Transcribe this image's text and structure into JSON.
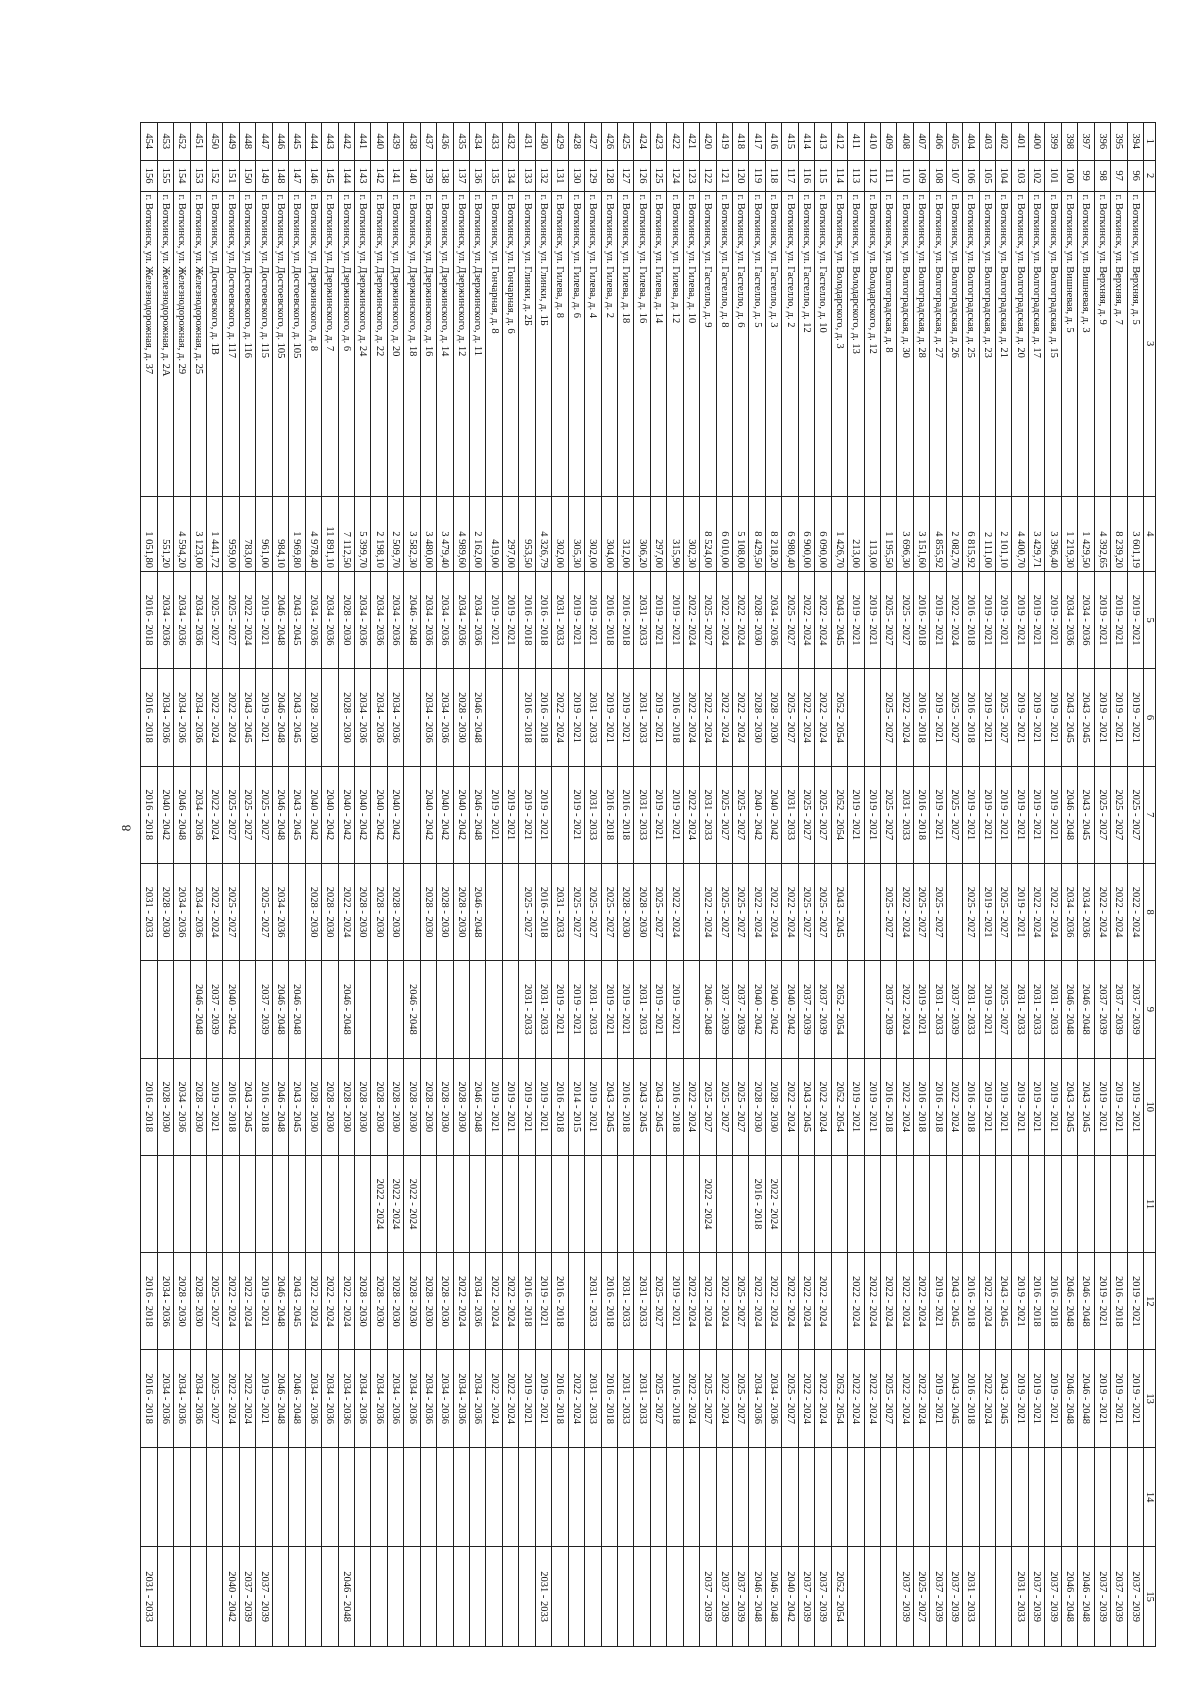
{
  "page_number": "8",
  "column_headers": [
    "1",
    "2",
    "3",
    "4",
    "5",
    "6",
    "7",
    "8",
    "9",
    "10",
    "11",
    "12",
    "13",
    "14",
    "15"
  ],
  "rows": [
    [
      "394",
      "96",
      "г. Воткинск, ул. Верхняя, д. 5",
      "3 601,19",
      "2019 - 2021",
      "2019 - 2021",
      "2025 - 2027",
      "2022 - 2024",
      "2037 - 2039",
      "2019 - 2021",
      "",
      "2019 - 2021",
      "2019 - 2021",
      "",
      "2037 - 2039"
    ],
    [
      "395",
      "97",
      "г. Воткинск, ул. Верхняя, д. 7",
      "8 239,20",
      "2019 - 2021",
      "2019 - 2021",
      "2025 - 2027",
      "2022 - 2024",
      "2037 - 2039",
      "2019 - 2021",
      "",
      "2016 - 2018",
      "2019 - 2021",
      "",
      "2037 - 2039"
    ],
    [
      "396",
      "98",
      "г. Воткинск, ул. Верхняя, д. 9",
      "4 392,65",
      "2019 - 2021",
      "2019 - 2021",
      "2025 - 2027",
      "2022 - 2024",
      "2037 - 2039",
      "2019 - 2021",
      "",
      "2019 - 2021",
      "2019 - 2021",
      "",
      "2037 - 2039"
    ],
    [
      "397",
      "99",
      "г. Воткинск, ул. Вишневая, д. 3",
      "1 429,50",
      "2034 - 2036",
      "2043 - 2045",
      "2043 - 2045",
      "2034 - 2036",
      "2046 - 2048",
      "2043 - 2045",
      "",
      "2046 - 2048",
      "2046 - 2048",
      "",
      "2046 - 2048"
    ],
    [
      "398",
      "100",
      "г. Воткинск, ул. Вишневая, д. 5",
      "1 219,30",
      "2034 - 2036",
      "2043 - 2045",
      "2046 - 2048",
      "2034 - 2036",
      "2046 - 2048",
      "2043 - 2045",
      "",
      "2046 - 2048",
      "2046 - 2048",
      "",
      "2046 - 2048"
    ],
    [
      "399",
      "101",
      "г. Воткинск, ул. Волгоградская, д. 15",
      "3 396,40",
      "2019 - 2021",
      "2019 - 2021",
      "2019 - 2021",
      "2022 - 2024",
      "2031 - 2033",
      "2019 - 2021",
      "",
      "2016 - 2018",
      "2019 - 2021",
      "",
      "2037 - 2039"
    ],
    [
      "400",
      "102",
      "г. Воткинск, ул. Волгоградская, д. 17",
      "3 429,71",
      "2019 - 2021",
      "2019 - 2021",
      "2019 - 2021",
      "2022 - 2024",
      "2031 - 2033",
      "2019 - 2021",
      "",
      "2016 - 2018",
      "2019 - 2021",
      "",
      "2037 - 2039"
    ],
    [
      "401",
      "103",
      "г. Воткинск, ул. Волгоградская, д. 20",
      "4 400,70",
      "2019 - 2021",
      "2019 - 2021",
      "2019 - 2021",
      "2019 - 2021",
      "2031 - 2033",
      "2019 - 2021",
      "",
      "2019 - 2021",
      "2019 - 2021",
      "",
      "2031 - 2033"
    ],
    [
      "402",
      "104",
      "г. Воткинск, ул. Волгоградская, д. 21",
      "2 101,10",
      "2019 - 2021",
      "2025 - 2027",
      "2019 - 2021",
      "2025 - 2027",
      "2025 - 2027",
      "2019 - 2021",
      "",
      "2043 - 2045",
      "2043 - 2045",
      "",
      ""
    ],
    [
      "403",
      "105",
      "г. Воткинск, ул. Волгоградская, д. 23",
      "2 111,00",
      "2019 - 2021",
      "2019 - 2021",
      "2019 - 2021",
      "2019 - 2021",
      "2019 - 2021",
      "2019 - 2021",
      "",
      "2022 - 2024",
      "2022 - 2024",
      "",
      ""
    ],
    [
      "404",
      "106",
      "г. Воткинск, ул. Волгоградская, д. 25",
      "6 815,92",
      "2016 - 2018",
      "2016 - 2018",
      "2019 - 2021",
      "2025 - 2027",
      "2031 - 2033",
      "2016 - 2018",
      "",
      "2016 - 2018",
      "2016 - 2018",
      "",
      "2031 - 2033"
    ],
    [
      "405",
      "107",
      "г. Воткинск, ул. Волгоградская, д. 26",
      "2 082,70",
      "2022 - 2024",
      "2025 - 2027",
      "2025 - 2027",
      "",
      "2037 - 2039",
      "2022 - 2024",
      "",
      "2043 - 2045",
      "2043 - 2045",
      "",
      "2037 - 2039"
    ],
    [
      "406",
      "108",
      "г. Воткинск, ул. Волгоградская, д. 27",
      "4 855,92",
      "2019 - 2021",
      "2019 - 2021",
      "2019 - 2021",
      "2025 - 2027",
      "2031 - 2033",
      "2016 - 2018",
      "",
      "2019 - 2021",
      "2019 - 2021",
      "",
      "2037 - 2039"
    ],
    [
      "407",
      "109",
      "г. Воткинск, ул. Волгоградская, д. 28",
      "3 151,60",
      "2016 - 2018",
      "2016 - 2018",
      "2016 - 2018",
      "2025 - 2027",
      "2019 - 2021",
      "2016 - 2018",
      "",
      "2022 - 2024",
      "2022 - 2024",
      "",
      "2025 - 2027"
    ],
    [
      "408",
      "110",
      "г. Воткинск, ул. Волгоградская, д. 30",
      "3 696,30",
      "2025 - 2027",
      "2022 - 2024",
      "2031 - 2033",
      "2022 - 2024",
      "2022 - 2024",
      "2022 - 2024",
      "",
      "2022 - 2024",
      "2022 - 2024",
      "",
      "2037 - 2039"
    ],
    [
      "409",
      "111",
      "г. Воткинск, ул. Волгоградская, д. 8",
      "1 195,50",
      "2025 - 2027",
      "2025 - 2027",
      "2025 - 2027",
      "2025 - 2027",
      "2037 - 2039",
      "2016 - 2018",
      "",
      "2022 - 2024",
      "2025 - 2027",
      "",
      ""
    ],
    [
      "410",
      "112",
      "г. Воткинск, ул. Володарского, д. 12",
      "113,00",
      "2019 - 2021",
      "",
      "2019 - 2021",
      "",
      "",
      "2019 - 2021",
      "",
      "2022 - 2024",
      "2022 - 2024",
      "",
      ""
    ],
    [
      "411",
      "113",
      "г. Воткинск, ул. Володарского, д. 13",
      "213,00",
      "2019 - 2021",
      "",
      "2019 - 2021",
      "",
      "",
      "2019 - 2021",
      "",
      "2022 - 2024",
      "2022 - 2024",
      "",
      ""
    ],
    [
      "412",
      "114",
      "г. Воткинск, ул. Володарского, д. 3",
      "1 426,70",
      "2043 - 2045",
      "2052 - 2054",
      "2052 - 2054",
      "2043 - 2045",
      "2052 - 2054",
      "2052 - 2054",
      "",
      "",
      "2052 - 2054",
      "",
      "2052 - 2054"
    ],
    [
      "413",
      "115",
      "г. Воткинск, ул. Гастелло, д. 10",
      "6 090,00",
      "2022 - 2024",
      "2022 - 2024",
      "2025 - 2027",
      "2025 - 2027",
      "2037 - 2039",
      "2022 - 2024",
      "",
      "2022 - 2024",
      "2022 - 2024",
      "",
      "2037 - 2039"
    ],
    [
      "414",
      "116",
      "г. Воткинск, ул. Гастелло, д. 12",
      "6 900,00",
      "2022 - 2024",
      "2022 - 2024",
      "2025 - 2027",
      "2025 - 2027",
      "2037 - 2039",
      "2043 - 2045",
      "",
      "2022 - 2024",
      "2022 - 2024",
      "",
      "2037 - 2039"
    ],
    [
      "415",
      "117",
      "г. Воткинск, ул. Гастелло, д. 2",
      "6 980,40",
      "2025 - 2027",
      "2025 - 2027",
      "2031 - 2033",
      "2022 - 2024",
      "2040 - 2042",
      "2022 - 2024",
      "",
      "2022 - 2024",
      "2025 - 2027",
      "",
      "2040 - 2042"
    ],
    [
      "416",
      "118",
      "г. Воткинск, ул. Гастелло, д. 3",
      "8 218,20",
      "2034 - 2036",
      "2028 - 2030",
      "2040 - 2042",
      "2022 - 2024",
      "2040 - 2042",
      "2028 - 2030",
      "2022 - 2024",
      "2022 - 2024",
      "2034 - 2036",
      "",
      "2046 - 2048"
    ],
    [
      "417",
      "119",
      "г. Воткинск, ул. Гастелло, д. 5",
      "8 429,50",
      "2028 - 2030",
      "2028 - 2030",
      "2040 - 2042",
      "2022 - 2024",
      "2040 - 2042",
      "2028 - 2030",
      "2016 - 2018",
      "2022 - 2024",
      "2034 - 2036",
      "",
      "2046 - 2048"
    ],
    [
      "418",
      "120",
      "г. Воткинск, ул. Гастелло, д. 6",
      "5 108,00",
      "2022 - 2024",
      "2022 - 2024",
      "2025 - 2027",
      "2025 - 2027",
      "2037 - 2039",
      "2025 - 2027",
      "",
      "2025 - 2027",
      "2025 - 2027",
      "",
      "2037 - 2039"
    ],
    [
      "419",
      "121",
      "г. Воткинск, ул. Гастелло, д. 8",
      "6 010,00",
      "2022 - 2024",
      "2022 - 2024",
      "2025 - 2027",
      "2025 - 2027",
      "2037 - 2039",
      "2025 - 2027",
      "",
      "2022 - 2024",
      "2022 - 2024",
      "",
      "2037 - 2039"
    ],
    [
      "420",
      "122",
      "г. Воткинск, ул. Гастелло, д. 9",
      "8 524,00",
      "2025 - 2027",
      "2022 - 2024",
      "2031 - 2033",
      "2022 - 2024",
      "2046 - 2048",
      "2025 - 2027",
      "2022 - 2024",
      "2022 - 2024",
      "2025 - 2027",
      "",
      "2037 - 2039"
    ],
    [
      "421",
      "123",
      "г. Воткинск, ул. Гилева, д. 10",
      "302,30",
      "2022 - 2024",
      "2022 - 2024",
      "2022 - 2024",
      "",
      "",
      "2022 - 2024",
      "",
      "2022 - 2024",
      "2022 - 2024",
      "",
      ""
    ],
    [
      "422",
      "124",
      "г. Воткинск, ул. Гилева, д. 12",
      "315,90",
      "2019 - 2021",
      "2016 - 2018",
      "2019 - 2021",
      "2022 - 2024",
      "2019 - 2021",
      "2016 - 2018",
      "",
      "2019 - 2021",
      "2016 - 2018",
      "",
      ""
    ],
    [
      "423",
      "125",
      "г. Воткинск, ул. Гилева, д. 14",
      "297,00",
      "2019 - 2021",
      "2019 - 2021",
      "2019 - 2021",
      "2025 - 2027",
      "2019 - 2021",
      "2043 - 2045",
      "",
      "2025 - 2027",
      "2025 - 2027",
      "",
      ""
    ],
    [
      "424",
      "126",
      "г. Воткинск, ул. Гилева, д. 16",
      "306,20",
      "2031 - 2033",
      "2031 - 2033",
      "2031 - 2033",
      "2028 - 2030",
      "2031 - 2033",
      "2043 - 2045",
      "",
      "2031 - 2033",
      "2031 - 2033",
      "",
      ""
    ],
    [
      "425",
      "127",
      "г. Воткинск, ул. Гилева, д. 18",
      "312,00",
      "2016 - 2018",
      "2019 - 2021",
      "2016 - 2018",
      "2028 - 2030",
      "2019 - 2021",
      "2016 - 2018",
      "",
      "2031 - 2033",
      "2031 - 2033",
      "",
      ""
    ],
    [
      "426",
      "128",
      "г. Воткинск, ул. Гилева, д. 2",
      "304,00",
      "2016 - 2018",
      "2019 - 2021",
      "2016 - 2018",
      "2025 - 2027",
      "2019 - 2021",
      "2043 - 2045",
      "",
      "2016 - 2018",
      "2016 - 2018",
      "",
      ""
    ],
    [
      "427",
      "129",
      "г. Воткинск, ул. Гилева, д. 4",
      "302,00",
      "2019 - 2021",
      "2031 - 2033",
      "2031 - 2033",
      "2025 - 2027",
      "2031 - 2033",
      "2019 - 2021",
      "",
      "2031 - 2033",
      "2031 - 2033",
      "",
      ""
    ],
    [
      "428",
      "130",
      "г. Воткинск, ул. Гилева, д. 6",
      "305,30",
      "2019 - 2021",
      "2019 - 2021",
      "2019 - 2021",
      "2025 - 2027",
      "2019 - 2021",
      "2014 - 2015",
      "",
      "",
      "2022 - 2024",
      "",
      ""
    ],
    [
      "429",
      "131",
      "г. Воткинск, ул. Гилева, д. 8",
      "302,00",
      "2031 - 2033",
      "2022 - 2024",
      "",
      "2031 - 2033",
      "2019 - 2021",
      "2016 - 2018",
      "",
      "2016 - 2018",
      "2016 - 2018",
      "",
      ""
    ],
    [
      "430",
      "132",
      "г. Воткинск, ул. Глинки, д. 1Б",
      "4 326,79",
      "2016 - 2018",
      "2016 - 2018",
      "2019 - 2021",
      "2016 - 2018",
      "2031 - 2033",
      "2019 - 2021",
      "",
      "2019 - 2021",
      "2019 - 2021",
      "",
      "2031 - 2033"
    ],
    [
      "431",
      "133",
      "г. Воткинск, ул. Глинки, д. 2Б",
      "953,50",
      "2016 - 2018",
      "2016 - 2018",
      "2019 - 2021",
      "2025 - 2027",
      "2031 - 2033",
      "2019 - 2021",
      "",
      "2016 - 2018",
      "2019 - 2021",
      "",
      ""
    ],
    [
      "432",
      "134",
      "г. Воткинск, ул. Гончарная, д. 6",
      "297,00",
      "2019 - 2021",
      "",
      "2019 - 2021",
      "",
      "",
      "2019 - 2021",
      "",
      "2022 - 2024",
      "2022 - 2024",
      "",
      ""
    ],
    [
      "433",
      "135",
      "г. Воткинск, ул. Гончарная, д. 8",
      "419,00",
      "2019 - 2021",
      "",
      "2019 - 2021",
      "",
      "",
      "2019 - 2021",
      "",
      "2022 - 2024",
      "2022 - 2024",
      "",
      ""
    ],
    [
      "434",
      "136",
      "г. Воткинск, ул. Дзержинского, д. 11",
      "2 162,00",
      "2034 - 2036",
      "2046 - 2048",
      "2046 - 2048",
      "2046 - 2048",
      "",
      "2046 - 2048",
      "",
      "2034 - 2036",
      "2034 - 2036",
      "",
      ""
    ],
    [
      "435",
      "137",
      "г. Воткинск, ул. Дзержинского, д. 12",
      "4 989,60",
      "2034 - 2036",
      "2028 - 2030",
      "2040 - 2042",
      "2028 - 2030",
      "",
      "2028 - 2030",
      "",
      "2022 - 2024",
      "2034 - 2036",
      "",
      ""
    ],
    [
      "436",
      "138",
      "г. Воткинск, ул. Дзержинского, д. 14",
      "3 479,40",
      "2034 - 2036",
      "2034 - 2036",
      "2040 - 2042",
      "2028 - 2030",
      "",
      "2028 - 2030",
      "",
      "2028 - 2030",
      "2034 - 2036",
      "",
      ""
    ],
    [
      "437",
      "139",
      "г. Воткинск, ул. Дзержинского, д. 16",
      "3 480,00",
      "2034 - 2036",
      "2034 - 2036",
      "2040 - 2042",
      "2028 - 2030",
      "",
      "2028 - 2030",
      "",
      "2028 - 2030",
      "2034 - 2036",
      "",
      ""
    ],
    [
      "438",
      "140",
      "г. Воткинск, ул. Дзержинского, д. 18",
      "3 582,30",
      "2046 - 2048",
      "",
      "",
      "",
      "2046 - 2048",
      "2028 - 2030",
      "2022 - 2024",
      "2028 - 2030",
      "2034 - 2036",
      "",
      ""
    ],
    [
      "439",
      "141",
      "г. Воткинск, ул. Дзержинского, д. 20",
      "2 509,70",
      "2034 - 2036",
      "2034 - 2036",
      "2040 - 2042",
      "2028 - 2030",
      "",
      "2028 - 2030",
      "2022 - 2024",
      "2028 - 2030",
      "2034 - 2036",
      "",
      ""
    ],
    [
      "440",
      "142",
      "г. Воткинск, ул. Дзержинского, д. 22",
      "2 198,10",
      "2034 - 2036",
      "2034 - 2036",
      "2040 - 2042",
      "2028 - 2030",
      "",
      "2028 - 2030",
      "2022 - 2024",
      "2028 - 2030",
      "2034 - 2036",
      "",
      ""
    ],
    [
      "441",
      "143",
      "г. Воткинск, ул. Дзержинского, д. 24",
      "5 399,70",
      "2034 - 2036",
      "2034 - 2036",
      "2040 - 2042",
      "2028 - 2030",
      "",
      "2028 - 2030",
      "",
      "2028 - 2030",
      "2034 - 2036",
      "",
      ""
    ],
    [
      "442",
      "144",
      "г. Воткинск, ул. Дзержинского, д. 6",
      "7 112,50",
      "2028 - 2030",
      "2028 - 2030",
      "2040 - 2042",
      "2022 - 2024",
      "2046 - 2048",
      "2028 - 2030",
      "",
      "2022 - 2024",
      "2034 - 2036",
      "",
      "2046 - 2048"
    ],
    [
      "443",
      "145",
      "г. Воткинск, ул. Дзержинского, д. 7",
      "11 891,10",
      "2034 - 2036",
      "",
      "2040 - 2042",
      "2028 - 2030",
      "",
      "2028 - 2030",
      "",
      "2022 - 2024",
      "2034 - 2036",
      "",
      ""
    ],
    [
      "444",
      "146",
      "г. Воткинск, ул. Дзержинского, д. 8",
      "4 978,40",
      "2034 - 2036",
      "2028 - 2030",
      "2040 - 2042",
      "2028 - 2030",
      "",
      "2028 - 2030",
      "",
      "2022 - 2024",
      "2034 - 2036",
      "",
      ""
    ],
    [
      "445",
      "147",
      "г. Воткинск, ул. Достоевского, д. 105",
      "1 969,80",
      "2043 - 2045",
      "2043 - 2045",
      "2043 - 2045",
      "",
      "2046 - 2048",
      "2043 - 2045",
      "",
      "2043 - 2045",
      "2046 - 2048",
      "",
      ""
    ],
    [
      "446",
      "148",
      "г. Воткинск, ул. Достоевского, д. 105",
      "984,10",
      "2046 - 2048",
      "2046 - 2048",
      "2046 - 2048",
      "2034 - 2036",
      "2046 - 2048",
      "2046 - 2048",
      "",
      "2046 - 2048",
      "2046 - 2048",
      "",
      ""
    ],
    [
      "447",
      "149",
      "г. Воткинск, ул. Достоевского, д. 115",
      "961,00",
      "2019 - 2021",
      "2019 - 2021",
      "2025 - 2027",
      "2025 - 2027",
      "2037 - 2039",
      "2016 - 2018",
      "",
      "2019 - 2021",
      "2019 - 2021",
      "",
      "2037 - 2039"
    ],
    [
      "448",
      "150",
      "г. Воткинск, ул. Достоевского, д. 116",
      "783,00",
      "2022 - 2024",
      "2043 - 2045",
      "2025 - 2027",
      "",
      "",
      "2043 - 2045",
      "",
      "2022 - 2024",
      "2022 - 2024",
      "",
      "2037 - 2039"
    ],
    [
      "449",
      "151",
      "г. Воткинск, ул. Достоевского, д. 117",
      "959,00",
      "2025 - 2027",
      "2022 - 2024",
      "2025 - 2027",
      "2025 - 2027",
      "2040 - 2042",
      "2016 - 2018",
      "",
      "2022 - 2024",
      "2022 - 2024",
      "",
      "2040 - 2042"
    ],
    [
      "450",
      "152",
      "г. Воткинск, ул. Достоевского, д. 1В",
      "1 441,72",
      "2025 - 2027",
      "2022 - 2024",
      "2022 - 2024",
      "2022 - 2024",
      "2037 - 2039",
      "2019 - 2021",
      "",
      "2025 - 2027",
      "2025 - 2027",
      "",
      ""
    ],
    [
      "451",
      "153",
      "г. Воткинск, ул. Железнодорожная, д. 25",
      "3 123,00",
      "2034 - 2036",
      "2034 - 2036",
      "2034 - 2036",
      "2034 - 2036",
      "2046 - 2048",
      "2028 - 2030",
      "",
      "2028 - 2030",
      "2034 - 2036",
      "",
      ""
    ],
    [
      "452",
      "154",
      "г. Воткинск, ул. Железнодорожная, д. 29",
      "4 594,20",
      "2034 - 2036",
      "2034 - 2036",
      "2046 - 2048",
      "2034 - 2036",
      "",
      "2034 - 2036",
      "",
      "2028 - 2030",
      "2034 - 2036",
      "",
      ""
    ],
    [
      "453",
      "155",
      "г. Воткинск, ул. Железнодорожная, д. 2А",
      "551,20",
      "2034 - 2036",
      "2034 - 2036",
      "2040 - 2042",
      "2028 - 2030",
      "",
      "2028 - 2030",
      "",
      "2034 - 2036",
      "2034 - 2036",
      "",
      ""
    ],
    [
      "454",
      "156",
      "г. Воткинск, ул. Железнодорожная, д. 37",
      "1 051,80",
      "2016 - 2018",
      "2016 - 2018",
      "2016 - 2018",
      "2031 - 2033",
      "",
      "2016 - 2018",
      "",
      "2016 - 2018",
      "2016 - 2018",
      "",
      "2031 - 2033"
    ]
  ]
}
